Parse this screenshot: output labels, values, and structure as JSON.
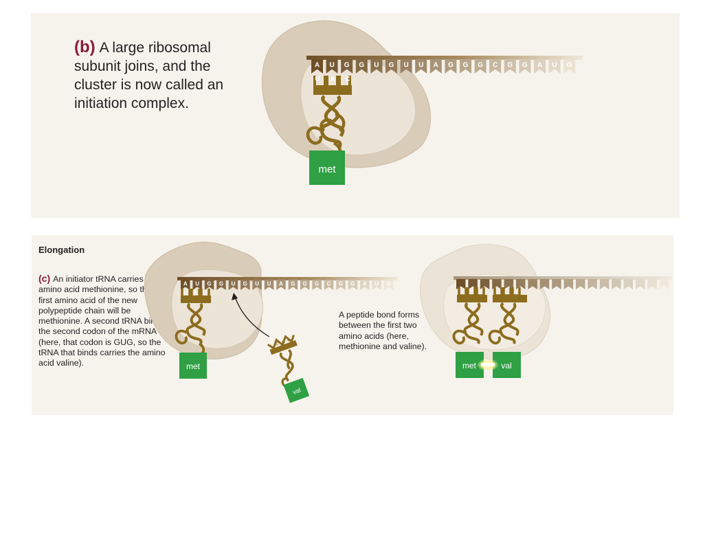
{
  "panel_b": {
    "label": "(b)",
    "caption": "A large ribosomal subunit joins, and the cluster is now called an initiation complex.",
    "mrna": [
      "A",
      "U",
      "G",
      "G",
      "U",
      "G",
      "U",
      "U",
      "A",
      "G",
      "G",
      "G",
      "C",
      "G",
      "G",
      "A",
      "U",
      "G"
    ],
    "anticodon": [
      "U",
      "A",
      "C"
    ],
    "amino_acid": "met"
  },
  "panel_c": {
    "heading": "Elongation",
    "label": "(c)",
    "caption": "An initiator tRNA carries the amino acid methionine, so the first amino acid of the new polypeptide chain will be methionine. A second tRNA binds the second codon of the mRNA (here, that codon is GUG, so the tRNA that binds carries the amino acid valine).",
    "mrna": [
      "A",
      "U",
      "G",
      "G",
      "U",
      "G",
      "U",
      "U",
      "A",
      "G",
      "G",
      "G",
      "C",
      "G",
      "G",
      "A",
      "U",
      "G"
    ],
    "anticodon": [
      "U",
      "A",
      "C"
    ],
    "incoming_anticodon": [
      "C",
      "A",
      "C"
    ],
    "amino_acid_1": "met",
    "amino_acid_2": "val",
    "peptide_text": "A peptide bond forms between the first two amino acids (here, methionine and valine).",
    "right_amino_acid_1": "met",
    "right_amino_acid_2": "val"
  },
  "colors": {
    "panel_bg": "#f5f3ec",
    "ribosome_dark": "#d8cbb7",
    "ribosome_light": "#e9e1d4",
    "mrna_brown": "#7a5a31",
    "trna_olive": "#8c6c1e",
    "amino_green": "#2fa044",
    "label_red": "#8a1c3c"
  }
}
